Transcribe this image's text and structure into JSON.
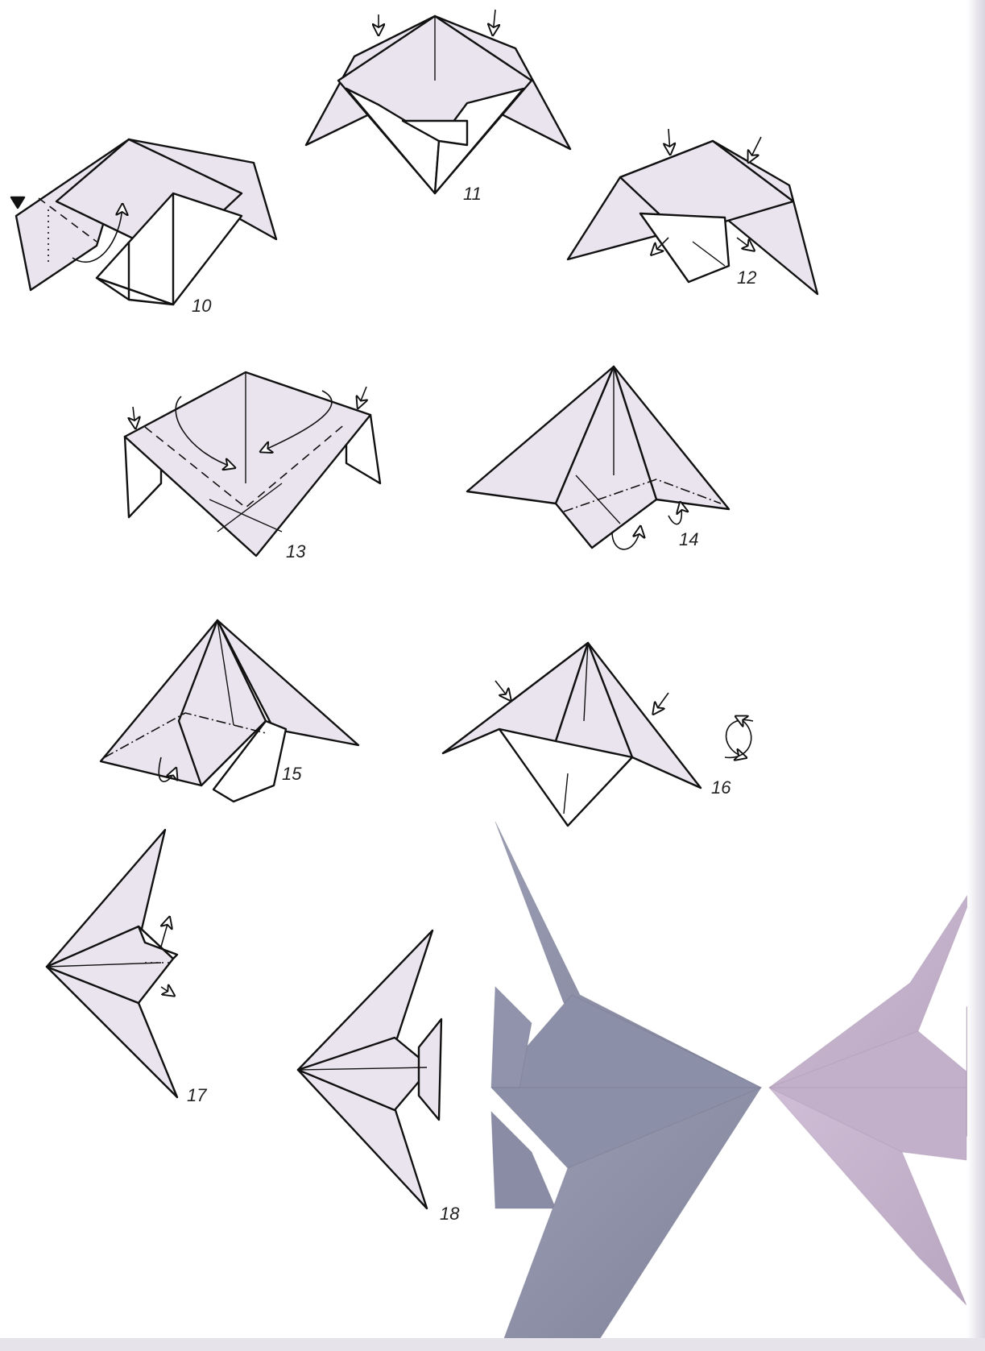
{
  "diagram": {
    "steps": [
      {
        "id": "10",
        "label": "10"
      },
      {
        "id": "11",
        "label": "11"
      },
      {
        "id": "12",
        "label": "12"
      },
      {
        "id": "13",
        "label": "13"
      },
      {
        "id": "14",
        "label": "14"
      },
      {
        "id": "15",
        "label": "15"
      },
      {
        "id": "16",
        "label": "16"
      },
      {
        "id": "17",
        "label": "17"
      },
      {
        "id": "18",
        "label": "18"
      }
    ]
  },
  "colors": {
    "paper": "#e9e4ee",
    "line": "#111111",
    "fish_blue": "#8d90a8",
    "fish_pink": "#c4b2cc"
  }
}
